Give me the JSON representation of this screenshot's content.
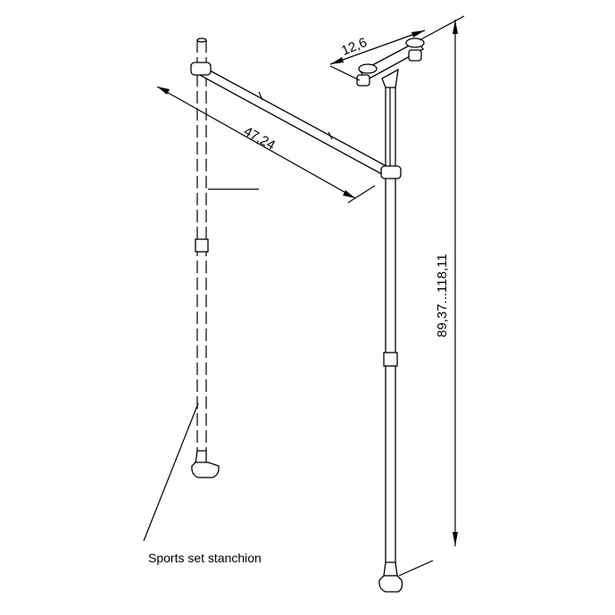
{
  "dimensions": {
    "handle_width": "12,6",
    "crossbar_length": "47,24",
    "height_range": "89,37...118,11"
  },
  "labels": {
    "stanchion": "Sports set stanchion"
  },
  "colors": {
    "line": "#000000",
    "background": "#ffffff"
  }
}
